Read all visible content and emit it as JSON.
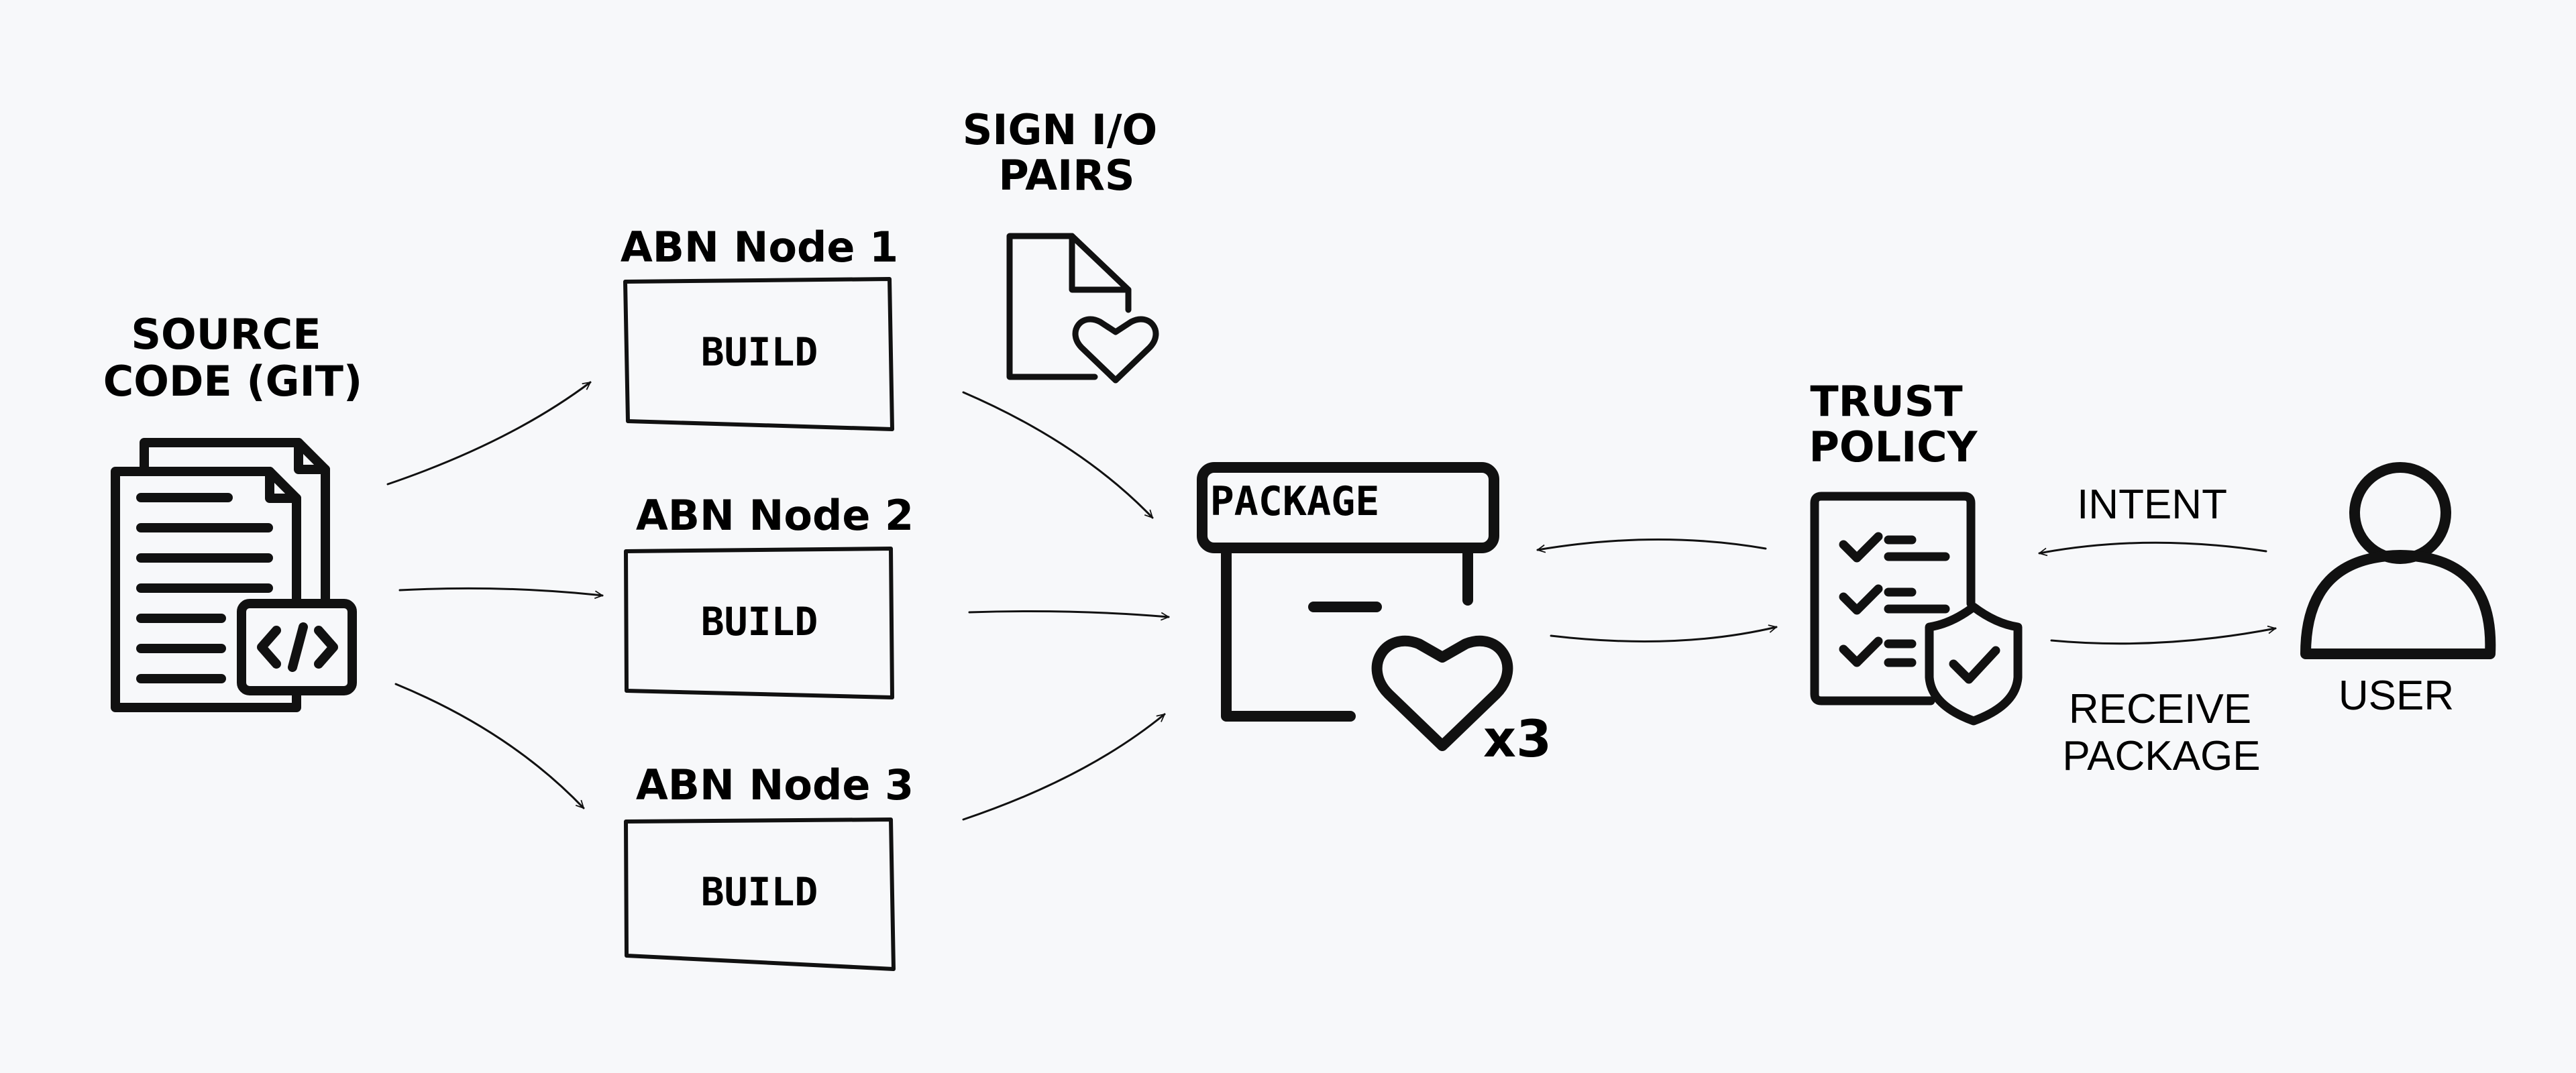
{
  "source": {
    "line1": "SOURCE",
    "line2": "CODE (GIT)",
    "icon": "source-code-icon"
  },
  "nodes": [
    {
      "title": "ABN Node 1",
      "action": "BUILD"
    },
    {
      "title": "ABN Node 2",
      "action": "BUILD"
    },
    {
      "title": "ABN Node 3",
      "action": "BUILD"
    }
  ],
  "sign": {
    "line1": "SIGN I/O",
    "line2": "PAIRS",
    "icon": "signed-document-icon"
  },
  "package": {
    "label": "PACKAGE",
    "multiplier": "x3",
    "icon": "package-box-icon"
  },
  "trust": {
    "line1": "TRUST",
    "line2": "POLICY",
    "icon": "policy-checklist-icon"
  },
  "flows": {
    "intent": "INTENT",
    "receive_line1": "RECEIVE",
    "receive_line2": "PACKAGE"
  },
  "user": {
    "label": "USER",
    "icon": "user-icon"
  },
  "colors": {
    "background": "#f7f8fa",
    "ink": "#111111"
  }
}
